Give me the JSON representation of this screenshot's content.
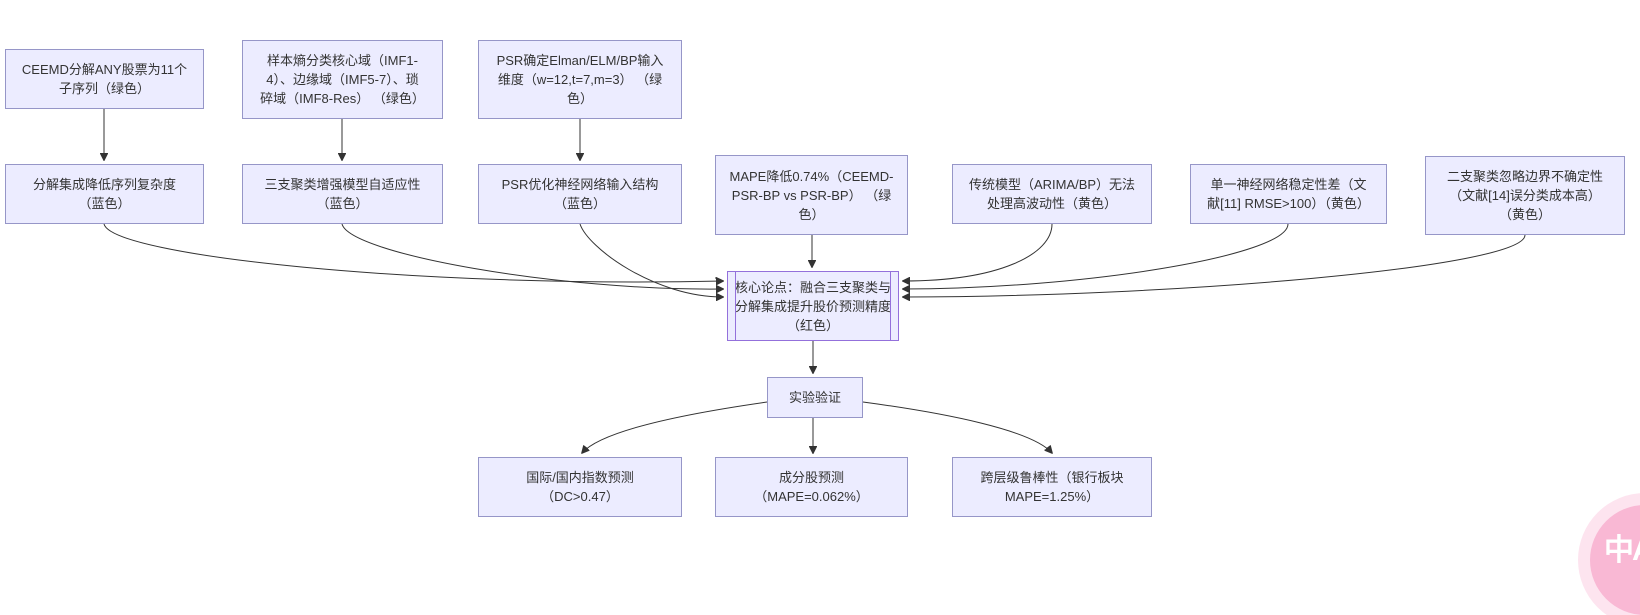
{
  "diagram": {
    "type": "flowchart",
    "direction": "top-down",
    "nodes": {
      "a": {
        "lines": [
          "CEEMD分解ANY股票为11个",
          "子序列（绿色）"
        ]
      },
      "b": {
        "lines": [
          "样本熵分类核心域（IMF1-",
          "4）、边缘域（IMF5-7）、琐",
          "碎域（IMF8-Res） （绿色）"
        ]
      },
      "c": {
        "lines": [
          "PSR确定Elman/ELM/BP输入",
          "维度（w=12,t=7,m=3） （绿",
          "色）"
        ]
      },
      "d": {
        "lines": [
          "分解集成降低序列复杂度",
          "（蓝色）"
        ]
      },
      "e": {
        "lines": [
          "三支聚类增强模型自适应性",
          "（蓝色）"
        ]
      },
      "f": {
        "lines": [
          "PSR优化神经网络输入结构",
          "（蓝色）"
        ]
      },
      "g": {
        "lines": [
          "MAPE降低0.74%（CEEMD-",
          "PSR-BP vs PSR-BP） （绿",
          "色）"
        ]
      },
      "h": {
        "lines": [
          "传统模型（ARIMA/BP）无法",
          "处理高波动性（黄色）"
        ]
      },
      "i": {
        "lines": [
          "单一神经网络稳定性差（文",
          "献[11] RMSE>100）（黄色）"
        ]
      },
      "j": {
        "lines": [
          "二支聚类忽略边界不确定性",
          "（文献[14]误分类成本高）",
          "（黄色）"
        ]
      },
      "k": {
        "lines": [
          "核心论点：融合三支聚类与",
          "分解集成提升股价预测精度",
          "（红色）"
        ]
      },
      "l": {
        "lines": [
          "实验验证"
        ]
      },
      "m": {
        "lines": [
          "国际/国内指数预测",
          "（DC>0.47）"
        ]
      },
      "n": {
        "lines": [
          "成分股预测",
          "（MAPE=0.062%）"
        ]
      },
      "o": {
        "lines": [
          "跨层级鲁棒性（银行板块",
          "MAPE=1.25%）"
        ]
      }
    },
    "edges": [
      {
        "from": "a",
        "to": "d"
      },
      {
        "from": "b",
        "to": "e"
      },
      {
        "from": "c",
        "to": "f"
      },
      {
        "from": "d",
        "to": "k"
      },
      {
        "from": "e",
        "to": "k"
      },
      {
        "from": "f",
        "to": "k"
      },
      {
        "from": "g",
        "to": "k"
      },
      {
        "from": "h",
        "to": "k"
      },
      {
        "from": "i",
        "to": "k"
      },
      {
        "from": "j",
        "to": "k"
      },
      {
        "from": "k",
        "to": "l"
      },
      {
        "from": "l",
        "to": "m"
      },
      {
        "from": "l",
        "to": "n"
      },
      {
        "from": "l",
        "to": "o"
      }
    ]
  },
  "colors": {
    "node_fill": "#ECECFF",
    "node_border": "#9696c8",
    "core_border": "#9370DB",
    "edge_color": "#333333",
    "badge_pink": "#f9b8d4"
  },
  "overlay": {
    "translate_badge_label": "中A"
  }
}
